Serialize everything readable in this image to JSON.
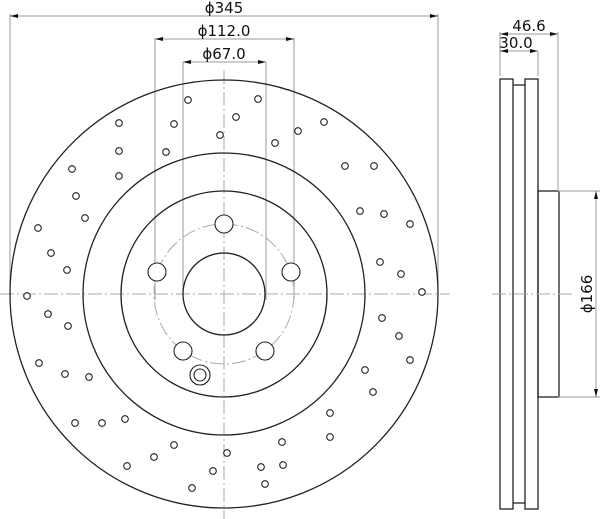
{
  "drawing": {
    "title": "Brake disc technical drawing",
    "dimensions": {
      "outer_diameter": "ϕ345",
      "pcd_diameter": "ϕ112.0",
      "center_bore": "ϕ67.0",
      "total_height": "46.6",
      "disc_thickness": "30.0",
      "hat_diameter": "ϕ166"
    },
    "features": {
      "bolt_holes": 5,
      "locating_hole": 1,
      "cross_drilled": true,
      "ventilated": true
    },
    "colors": {
      "outline": "#222222",
      "dimension_line": "#9a9a9a",
      "background": "#ffffff"
    }
  }
}
